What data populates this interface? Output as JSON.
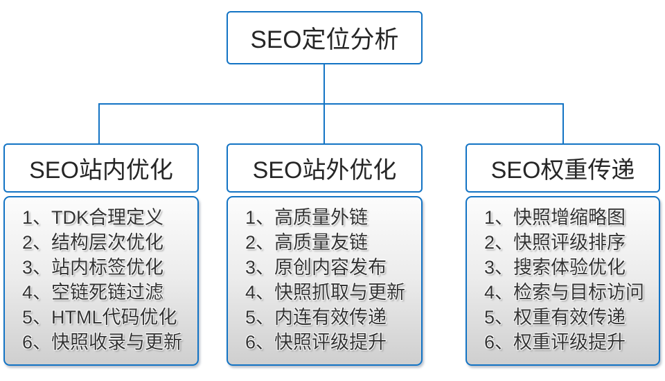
{
  "root": {
    "label": "SEO定位分析"
  },
  "branches": [
    {
      "title": "SEO站内优化",
      "items": [
        "1、TDK合理定义",
        "2、结构层次优化",
        "3、站内标签优化",
        "4、空链死链过滤",
        "5、HTML代码优化",
        "6、快照收录与更新"
      ]
    },
    {
      "title": "SEO站外优化",
      "items": [
        "1、高质量外链",
        "2、高质量友链",
        "3、原创内容发布",
        "4、快照抓取与更新",
        "5、内连有效传递",
        "6、快照评级提升"
      ]
    },
    {
      "title": "SEO权重传递",
      "items": [
        "1、快照增缩略图",
        "2、快照评级排序",
        "3、搜索体验优化",
        "4、检索与目标访问",
        "5、权重有效传递",
        "6、权重评级提升"
      ]
    }
  ],
  "colors": {
    "line_and_border": "#1273c4",
    "node_background": "#ffffff",
    "list_gradient_top": "#fcfcfc",
    "list_gradient_bottom": "#cfcfcf",
    "text": "#333333"
  }
}
